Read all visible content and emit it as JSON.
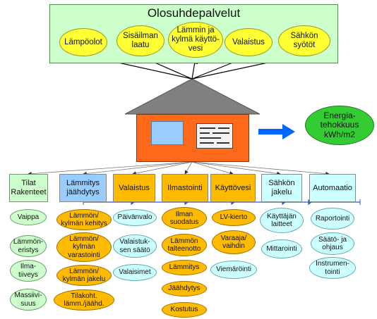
{
  "header": {
    "title": "Olosuhdepalvelut"
  },
  "services": [
    "Lämpöolot",
    "Sisäilman\nlaatu",
    "Lämmin ja\nkylmä käyttö-\nvesi",
    "Valaistus",
    "Sähkön\nsyötöt"
  ],
  "energy": "Energia-\ntehokkuus\nkWh/m2",
  "columns": [
    {
      "title": "Tilat\nRakenteet",
      "items": [
        "Vaippa",
        "Lämmön-\neristys",
        "Ilma-\ntiiveys",
        "Massiivi-\nsuus"
      ]
    },
    {
      "title": "Lämmitys\njäähdytys",
      "items": [
        "Lämmön/\nkylmän kehitys",
        "Lämmön/\nkylmän\nvarastointi",
        "Lämmön/\nkylmän jakelu",
        "Tilakoht.\nlämm./jäähd."
      ]
    },
    {
      "title": "Valaistus",
      "items": [
        "Päivänvalo",
        "Valaistuk-\nsen säätö",
        "Valaisimet"
      ]
    },
    {
      "title": "Ilmastointi",
      "items": [
        "Ilman\nsuodatus",
        "Lämmön\ntalteenotto",
        "Lämmitys",
        "Jäähdytys",
        "Kostutus"
      ]
    },
    {
      "title": "Käyttövesi",
      "items": [
        "LV-kierto",
        "Varaaja/\nvaihdin",
        "Viemäröinti"
      ]
    },
    {
      "title": "Sähkön\njakelu",
      "items": [
        "Käyttäjän\nlaitteet",
        "Mittarointi"
      ]
    },
    {
      "title": "Automaatio",
      "items": [
        "Raportointi",
        "Säätö- ja\nohjaus",
        "Instrumen-\ntointi"
      ]
    }
  ],
  "colors": {
    "service_fill": "#ffff33",
    "top_panel": "#ccffcc",
    "house": "#ff6a1a",
    "roof": "#808080",
    "energy": "#33cc33",
    "arrow": "#0066ff",
    "green_item": "#ccffcc",
    "orange_item": "#ffbb00",
    "cyan_item": "#ccffff",
    "blue_header": "#99ccff"
  }
}
